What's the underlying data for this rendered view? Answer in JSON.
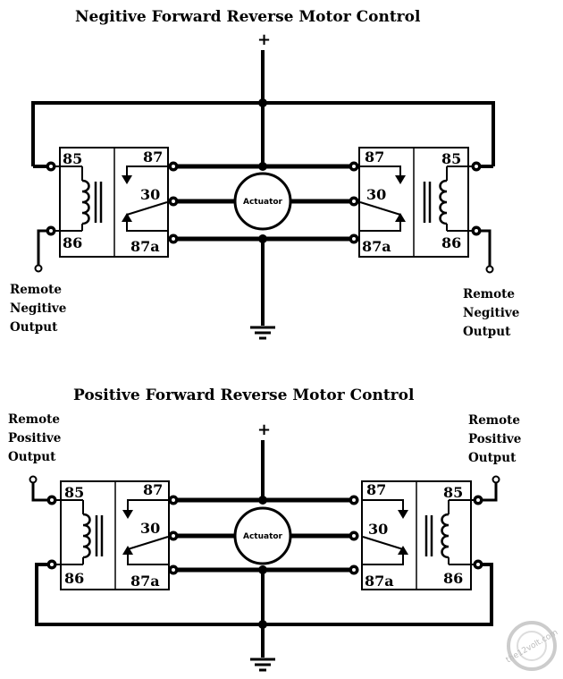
{
  "negative_circuit": {
    "title": "Negitive  Forward Reverse Motor Control",
    "supply_label": "+",
    "actuator_label": "Actuator",
    "left_relay": {
      "pin_85": "85",
      "pin_86": "86",
      "pin_87": "87",
      "pin_30": "30",
      "pin_87a": "87a"
    },
    "right_relay": {
      "pin_85": "85",
      "pin_86": "86",
      "pin_87": "87",
      "pin_30": "30",
      "pin_87a": "87a"
    },
    "left_remote": [
      "Remote",
      "Negitive",
      "Output"
    ],
    "right_remote": [
      "Remote",
      "Negitive",
      "Output"
    ]
  },
  "positive_circuit": {
    "title": "Positive  Forward Reverse Motor Control",
    "supply_label": "+",
    "actuator_label": "Actuator",
    "left_relay": {
      "pin_85": "85",
      "pin_86": "86",
      "pin_87": "87",
      "pin_30": "30",
      "pin_87a": "87a"
    },
    "right_relay": {
      "pin_85": "85",
      "pin_86": "86",
      "pin_87": "87",
      "pin_30": "30",
      "pin_87a": "87a"
    },
    "left_remote": [
      "Remote",
      "Positive",
      "Output"
    ],
    "right_remote": [
      "Remote",
      "Positive",
      "Output"
    ]
  },
  "watermark": "the12volt.com"
}
